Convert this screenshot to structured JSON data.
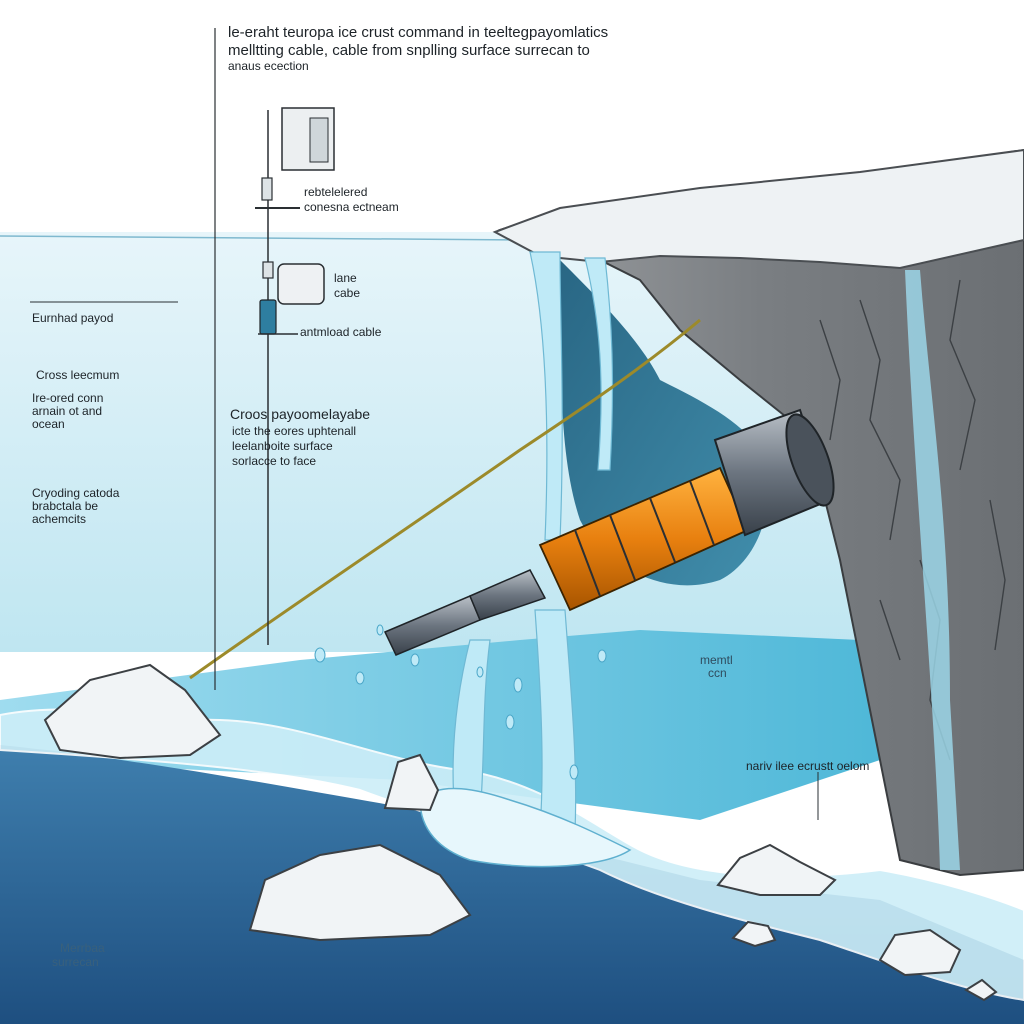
{
  "title": {
    "line1": "le-eraht teuropa ice crust command in teeltegpayomlatics",
    "line2": "melltting cable, cable from snplling surface surrecan to",
    "line3": "anaus ecection"
  },
  "annotations": {
    "rebelled_l1": "rebtelelered",
    "rebelled_l2": "conesna ectneam",
    "lane_l1": "lane",
    "lane_l2": "cabe",
    "antmload": "antmload cable",
    "eurnhad": "Eurnhad payod",
    "cross_left": "Cross leecmum",
    "ire_l1": "Ire-ored conn",
    "ire_l2": "arnain ot and",
    "ire_l3": "ocean",
    "cryoding_l1": "Cryoding catoda",
    "cryoding_l2": "brabctala be",
    "cryoding_l3": "achemcits",
    "cross_mid_l1": "Croos payoomelayabe",
    "cross_mid_l2": "icte the eores uphtenall",
    "cross_mid_l3": "leelanboite surface",
    "cross_mid_l4": "sorlacce to face",
    "meml_l1": "memtl",
    "meml_l2": "ccn",
    "nariv": "nariv ilee ecrustt oelom",
    "bottom_l1": "Merrbaa",
    "bottom_l2": "surrecan"
  },
  "colors": {
    "ocean_deep": "#2a5f8f",
    "ocean_light": "#7fd0ea",
    "sky_water": "#dff2f8",
    "cliff": "#8a8d90",
    "ice_top": "#eef2f4",
    "probe_orange": "#e88a1a",
    "probe_gray": "#5d6670",
    "cable": "#9c8a2a"
  }
}
